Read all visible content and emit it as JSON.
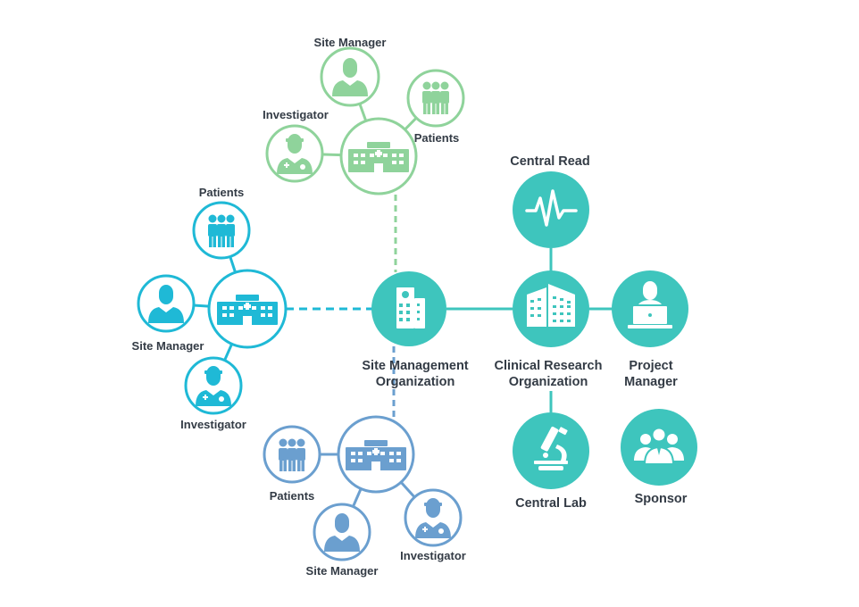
{
  "colors": {
    "green": "#8fd39b",
    "cyan": "#1fb9d6",
    "blue": "#6b9fcf",
    "teal": "#3ec5bd",
    "label": "#333b45"
  },
  "nodes": {
    "green_site_manager": "Site Manager",
    "green_investigator": "Investigator",
    "green_patients": "Patients",
    "central_read": "Central Read",
    "cyan_patients": "Patients",
    "cyan_site_manager": "Site Manager",
    "cyan_investigator": "Investigator",
    "smo_line1": "Site Management",
    "smo_line2": "Organization",
    "cro_line1": "Clinical Research",
    "cro_line2": "Organization",
    "pm_line1": "Project",
    "pm_line2": "Manager",
    "blue_patients": "Patients",
    "blue_site_manager": "Site Manager",
    "blue_investigator": "Investigator",
    "central_lab": "Central Lab",
    "sponsor": "Sponsor"
  },
  "icons": {
    "hospital": "hospital-icon",
    "person": "person-icon",
    "doctor": "doctor-icon",
    "group": "patients-group-icon",
    "building": "office-building-icon",
    "waveform": "heartbeat-waveform-icon",
    "laptop_person": "laptop-person-icon",
    "microscope": "microscope-icon",
    "team": "sponsor-team-icon"
  }
}
